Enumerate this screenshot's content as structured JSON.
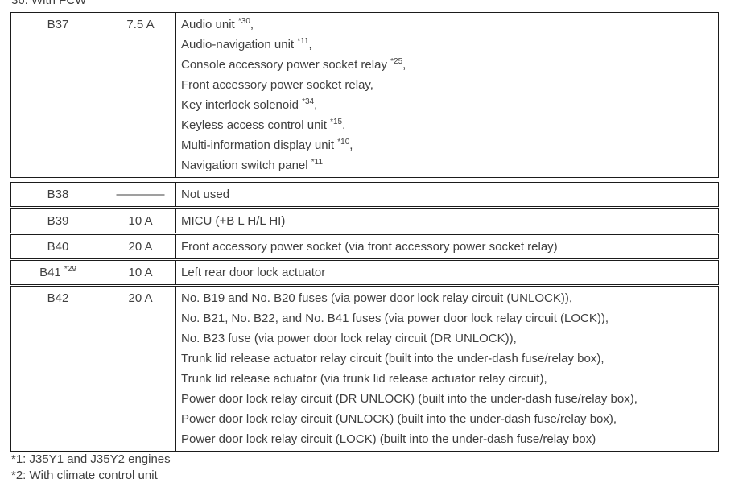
{
  "colors": {
    "text": "#3f3f3f",
    "border": "#1b1b1b",
    "background": "#ffffff"
  },
  "section_note": "36. With FCW",
  "table": {
    "rows": [
      {
        "fuse": "B37",
        "fuse_sup": "",
        "amps": "7.5 A",
        "circuits": [
          {
            "pre": "Audio unit ",
            "sup": "*30",
            "post": ","
          },
          {
            "pre": "Audio-navigation unit ",
            "sup": "*11",
            "post": ","
          },
          {
            "pre": "Console accessory power socket relay ",
            "sup": "*25",
            "post": ","
          },
          {
            "pre": "Front accessory power socket relay,",
            "sup": "",
            "post": ""
          },
          {
            "pre": "Key interlock solenoid ",
            "sup": "*34",
            "post": ","
          },
          {
            "pre": "Keyless access control unit ",
            "sup": "*15",
            "post": ","
          },
          {
            "pre": "Multi-information display unit ",
            "sup": "*10",
            "post": ","
          },
          {
            "pre": "Navigation switch panel ",
            "sup": "*11",
            "post": ""
          }
        ]
      },
      {
        "fuse": "B38",
        "fuse_sup": "",
        "amps": "————",
        "circuits": [
          {
            "pre": "Not used",
            "sup": "",
            "post": ""
          }
        ]
      },
      {
        "fuse": "B39",
        "fuse_sup": "",
        "amps": "10 A",
        "circuits": [
          {
            "pre": "MICU (+B L H/L HI)",
            "sup": "",
            "post": ""
          }
        ]
      },
      {
        "fuse": "B40",
        "fuse_sup": "",
        "amps": "20 A",
        "circuits": [
          {
            "pre": "Front accessory power socket (via front accessory power socket relay)",
            "sup": "",
            "post": ""
          }
        ]
      },
      {
        "fuse": "B41 ",
        "fuse_sup": "*29",
        "amps": "10 A",
        "circuits": [
          {
            "pre": "Left rear door lock actuator",
            "sup": "",
            "post": ""
          }
        ]
      },
      {
        "fuse": "B42",
        "fuse_sup": "",
        "amps": "20 A",
        "circuits": [
          {
            "pre": "No. B19 and No. B20 fuses (via power door lock relay circuit (UNLOCK)),",
            "sup": "",
            "post": ""
          },
          {
            "pre": "No. B21, No. B22, and No. B41 fuses (via power door lock relay circuit (LOCK)),",
            "sup": "",
            "post": ""
          },
          {
            "pre": "No. B23 fuse (via power door lock relay circuit (DR UNLOCK)),",
            "sup": "",
            "post": ""
          },
          {
            "pre": "Trunk lid release actuator relay circuit (built into the under-dash fuse/relay box),",
            "sup": "",
            "post": ""
          },
          {
            "pre": "Trunk lid release actuator (via trunk lid release actuator relay circuit),",
            "sup": "",
            "post": ""
          },
          {
            "pre": "Power door lock relay circuit (DR UNLOCK) (built into the under-dash fuse/relay box),",
            "sup": "",
            "post": ""
          },
          {
            "pre": "Power door lock relay circuit (UNLOCK) (built into the under-dash fuse/relay box),",
            "sup": "",
            "post": ""
          },
          {
            "pre": "Power door lock relay circuit (LOCK) (built into the under-dash fuse/relay box)",
            "sup": "",
            "post": ""
          }
        ]
      }
    ]
  },
  "footnotes": [
    "*1: J35Y1 and J35Y2 engines",
    "*2: With climate control unit"
  ]
}
